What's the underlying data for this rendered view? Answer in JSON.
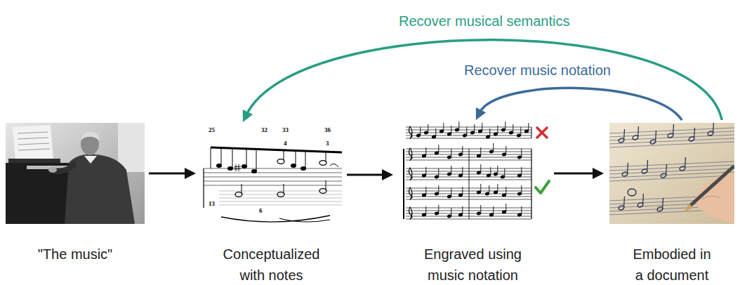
{
  "diagram": {
    "nodes": [
      {
        "text": [
          "\"The music\""
        ]
      },
      {
        "text": [
          "Conceptualized with notes"
        ]
      },
      {
        "text": [
          "Engraved using music notation"
        ]
      },
      {
        "text": [
          "Embodied in a document"
        ]
      }
    ],
    "edges": [
      {
        "from": 0,
        "to": 1,
        "arrow": "to"
      },
      {
        "from": 1,
        "to": 2,
        "arrow": "to"
      },
      {
        "from": 2,
        "to": 3,
        "arrow": "to"
      },
      {
        "from": 3,
        "to": 1,
        "label": "Recover musical semantics",
        "arrow": "to"
      },
      {
        "from": 3,
        "to": 2,
        "label": "Recover music notation",
        "arrow": "to"
      }
    ],
    "labels": [
      "25",
      "32",
      "33",
      "36",
      "4",
      "3",
      "13",
      "6"
    ]
  }
}
